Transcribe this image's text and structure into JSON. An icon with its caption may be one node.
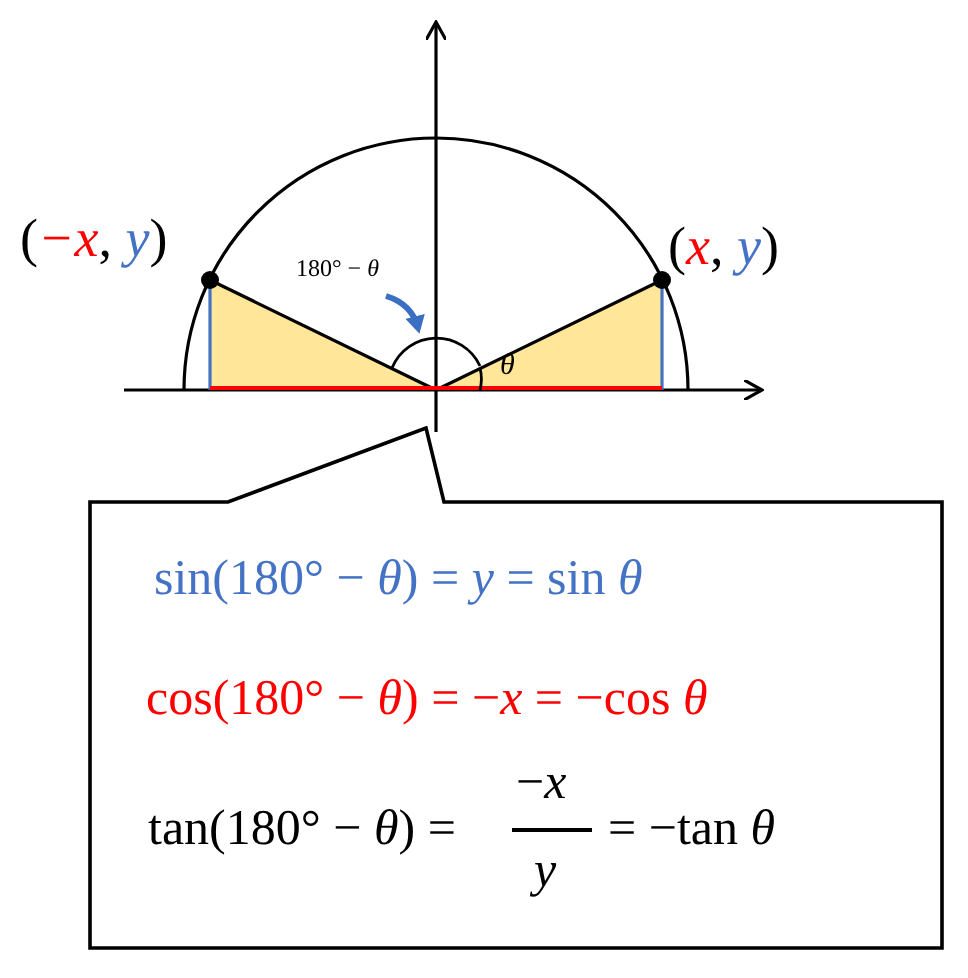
{
  "diagram": {
    "nodes": [
      {
        "text": [
          "sin(180° − *θ*) = *y* = sin *θ*",
          "cos(180° − *θ*) = −*x* = −cos *θ*",
          "tan(180° − *θ*) =",
          "−*x*",
          "*y*",
          "= −tan *θ*"
        ]
      }
    ],
    "labels": [
      "(*−x*, *y*)",
      "(*x*, *y*)",
      "180° − *θ*",
      "*θ*"
    ]
  }
}
